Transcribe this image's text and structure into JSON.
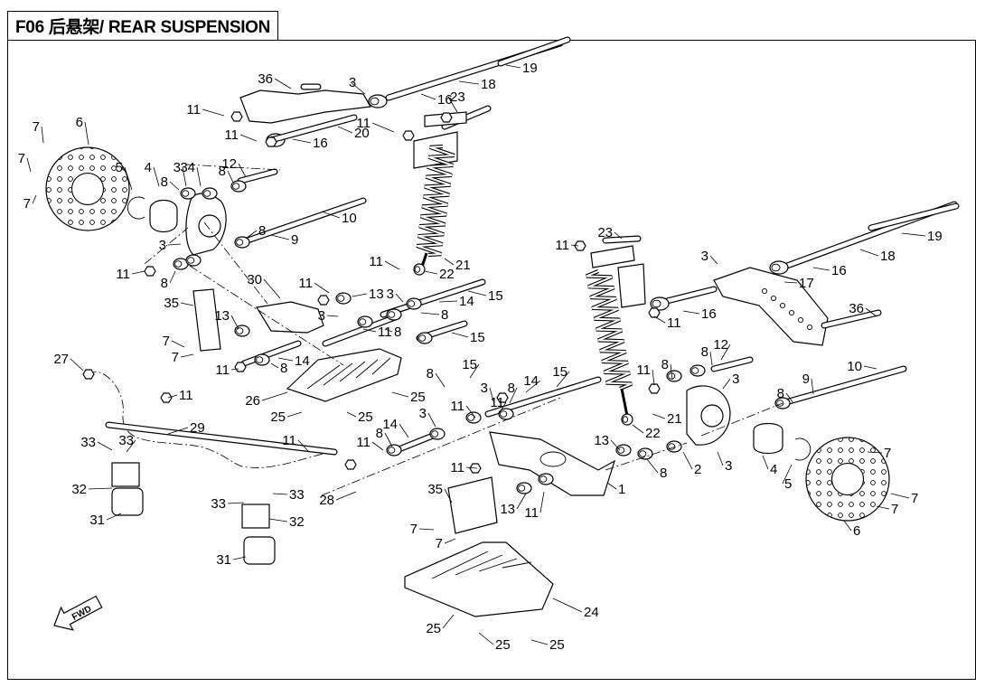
{
  "title": "F06 后悬架/ REAR SUSPENSION",
  "fwd_label": "FWD",
  "callouts": [
    {
      "id": "c01",
      "text": "36"
    },
    {
      "id": "c02",
      "text": "3"
    },
    {
      "id": "c03",
      "text": "19"
    },
    {
      "id": "c04",
      "text": "18"
    },
    {
      "id": "c05",
      "text": "16"
    },
    {
      "id": "c06",
      "text": "23"
    },
    {
      "id": "c07",
      "text": "11"
    },
    {
      "id": "c08",
      "text": "11"
    },
    {
      "id": "c09",
      "text": "16"
    },
    {
      "id": "c10",
      "text": "20"
    },
    {
      "id": "c11",
      "text": "11"
    },
    {
      "id": "c12",
      "text": "7"
    },
    {
      "id": "c13",
      "text": "6"
    },
    {
      "id": "c14",
      "text": "7"
    },
    {
      "id": "c15",
      "text": "7"
    },
    {
      "id": "c16",
      "text": "5"
    },
    {
      "id": "c17",
      "text": "4"
    },
    {
      "id": "c18",
      "text": "8"
    },
    {
      "id": "c19",
      "text": "3"
    },
    {
      "id": "c20",
      "text": "34"
    },
    {
      "id": "c21",
      "text": "8"
    },
    {
      "id": "c22",
      "text": "12"
    },
    {
      "id": "c23",
      "text": "10"
    },
    {
      "id": "c24",
      "text": "3"
    },
    {
      "id": "c25",
      "text": "9"
    },
    {
      "id": "c26",
      "text": "8"
    },
    {
      "id": "c27",
      "text": "11"
    },
    {
      "id": "c28",
      "text": "8"
    },
    {
      "id": "c29",
      "text": "11"
    },
    {
      "id": "c30",
      "text": "22"
    },
    {
      "id": "c31",
      "text": "21"
    },
    {
      "id": "c32",
      "text": "30"
    },
    {
      "id": "c33",
      "text": "11"
    },
    {
      "id": "c34",
      "text": "13"
    },
    {
      "id": "c35",
      "text": "3"
    },
    {
      "id": "c36",
      "text": "14"
    },
    {
      "id": "c37",
      "text": "15"
    },
    {
      "id": "c38",
      "text": "35"
    },
    {
      "id": "c39",
      "text": "13"
    },
    {
      "id": "c40",
      "text": "3"
    },
    {
      "id": "c41",
      "text": "8"
    },
    {
      "id": "c42",
      "text": "11"
    },
    {
      "id": "c43",
      "text": "8"
    },
    {
      "id": "c44",
      "text": "15"
    },
    {
      "id": "c45",
      "text": "7"
    },
    {
      "id": "c46",
      "text": "7"
    },
    {
      "id": "c47",
      "text": "14"
    },
    {
      "id": "c48",
      "text": "8"
    },
    {
      "id": "c49",
      "text": "27"
    },
    {
      "id": "c50",
      "text": "11"
    },
    {
      "id": "c51",
      "text": "11"
    },
    {
      "id": "c52",
      "text": "26"
    },
    {
      "id": "c53",
      "text": "25"
    },
    {
      "id": "c54",
      "text": "25"
    },
    {
      "id": "c55",
      "text": "25"
    },
    {
      "id": "c56",
      "text": "29"
    },
    {
      "id": "c57",
      "text": "33"
    },
    {
      "id": "c58",
      "text": "33"
    },
    {
      "id": "c59",
      "text": "32"
    },
    {
      "id": "c60",
      "text": "31"
    },
    {
      "id": "c61",
      "text": "11"
    },
    {
      "id": "c62",
      "text": "33"
    },
    {
      "id": "c63",
      "text": "33"
    },
    {
      "id": "c64",
      "text": "32"
    },
    {
      "id": "c65",
      "text": "31"
    },
    {
      "id": "c66",
      "text": "28"
    },
    {
      "id": "c67",
      "text": "11"
    },
    {
      "id": "c68",
      "text": "8"
    },
    {
      "id": "c69",
      "text": "14"
    },
    {
      "id": "c70",
      "text": "3"
    },
    {
      "id": "c71",
      "text": "15"
    },
    {
      "id": "c72",
      "text": "8"
    },
    {
      "id": "c73",
      "text": "3"
    },
    {
      "id": "c74",
      "text": "8"
    },
    {
      "id": "c75",
      "text": "14"
    },
    {
      "id": "c76",
      "text": "15"
    },
    {
      "id": "c77",
      "text": "11"
    },
    {
      "id": "c78",
      "text": "11"
    },
    {
      "id": "c79",
      "text": "11"
    },
    {
      "id": "c80",
      "text": "35"
    },
    {
      "id": "c81",
      "text": "13"
    },
    {
      "id": "c82",
      "text": "11"
    },
    {
      "id": "c83",
      "text": "7"
    },
    {
      "id": "c84",
      "text": "7"
    },
    {
      "id": "c85",
      "text": "1"
    },
    {
      "id": "c86",
      "text": "13"
    },
    {
      "id": "c87",
      "text": "8"
    },
    {
      "id": "c88",
      "text": "2"
    },
    {
      "id": "c89",
      "text": "3"
    },
    {
      "id": "c90",
      "text": "24"
    },
    {
      "id": "c91",
      "text": "25"
    },
    {
      "id": "c92",
      "text": "25"
    },
    {
      "id": "c93",
      "text": "25"
    },
    {
      "id": "c94",
      "text": "11"
    },
    {
      "id": "c95",
      "text": "23"
    },
    {
      "id": "c96",
      "text": "22"
    },
    {
      "id": "c97",
      "text": "21"
    },
    {
      "id": "c98",
      "text": "11"
    },
    {
      "id": "c99",
      "text": "16"
    },
    {
      "id": "c100",
      "text": "3"
    },
    {
      "id": "c101",
      "text": "17"
    },
    {
      "id": "c102",
      "text": "16"
    },
    {
      "id": "c103",
      "text": "18"
    },
    {
      "id": "c104",
      "text": "19"
    },
    {
      "id": "c105",
      "text": "36"
    },
    {
      "id": "c106",
      "text": "8"
    },
    {
      "id": "c107",
      "text": "12"
    },
    {
      "id": "c108",
      "text": "11"
    },
    {
      "id": "c109",
      "text": "8"
    },
    {
      "id": "c110",
      "text": "3"
    },
    {
      "id": "c111",
      "text": "10"
    },
    {
      "id": "c112",
      "text": "8"
    },
    {
      "id": "c113",
      "text": "9"
    },
    {
      "id": "c114",
      "text": "4"
    },
    {
      "id": "c115",
      "text": "5"
    },
    {
      "id": "c116",
      "text": "7"
    },
    {
      "id": "c117",
      "text": "7"
    },
    {
      "id": "c118",
      "text": "7"
    },
    {
      "id": "c119",
      "text": "6"
    }
  ]
}
